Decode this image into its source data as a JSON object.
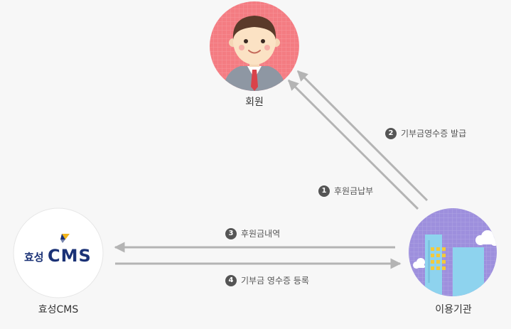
{
  "nodes": {
    "member": {
      "label": "회원"
    },
    "cms": {
      "label": "효성CMS",
      "logo_prefix": "효성",
      "logo_main": "CMS"
    },
    "institution": {
      "label": "이용기관"
    }
  },
  "steps": [
    {
      "num": "1",
      "text": "후원금납부"
    },
    {
      "num": "2",
      "text": "기부금영수증 발급"
    },
    {
      "num": "3",
      "text": "후원금내역"
    },
    {
      "num": "4",
      "text": "기부금 영수증 등록"
    }
  ],
  "colors": {
    "member_circle": "#f47c82",
    "institution_circle": "#9d8fdd",
    "arrow": "#b4b4b4",
    "cms_logo_text": "#1b3276",
    "cms_logo_accent": "#f1b51c"
  }
}
